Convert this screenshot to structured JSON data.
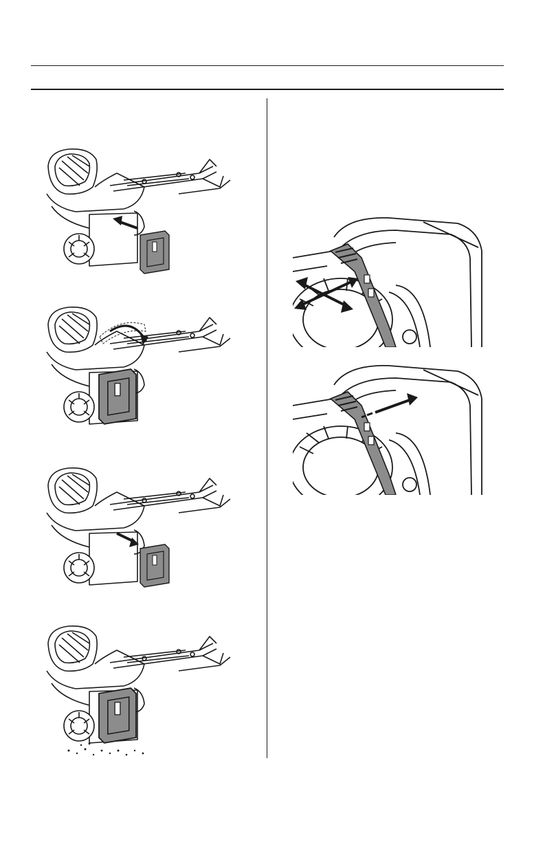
{
  "figures": [
    {
      "id": "fit-bag",
      "icon": "mower-bag-attach-illustration"
    },
    {
      "id": "lower-flap",
      "icon": "mower-flap-close-illustration"
    },
    {
      "id": "remove-bag",
      "icon": "mower-bag-remove-illustration"
    },
    {
      "id": "mulch",
      "icon": "mower-mulching-illustration"
    },
    {
      "id": "lever-adjust",
      "icon": "height-lever-adjust-illustration"
    },
    {
      "id": "lever-lock",
      "icon": "height-lever-lock-illustration"
    }
  ],
  "colors": {
    "ink": "#1a1a1a",
    "fill": "#8c8c8c",
    "paper": "#ffffff"
  }
}
